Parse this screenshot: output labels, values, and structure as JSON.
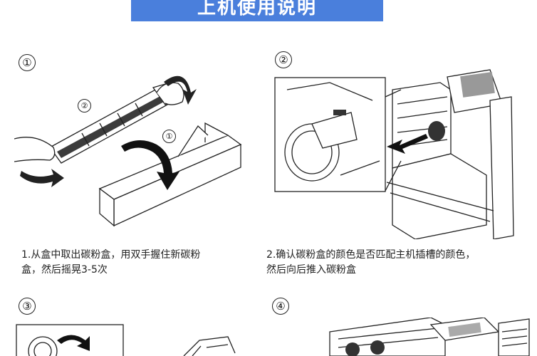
{
  "header": {
    "title": "上机使用说明"
  },
  "steps": [
    {
      "number": "①",
      "caption_line1": "1.从盒中取出碳粉盒，用双手握住新碳粉",
      "caption_line2": "盒，然后摇晃3-5次",
      "callouts": [
        "②",
        "①"
      ]
    },
    {
      "number": "②",
      "caption_line1": "2.确认碳粉盒的颜色是否匹配主机插槽的颜色，",
      "caption_line2": "然后向后推入碳粉盒"
    },
    {
      "number": "③"
    },
    {
      "number": "④"
    }
  ],
  "colors": {
    "banner": "#4a7fdc",
    "line": "#222222"
  }
}
